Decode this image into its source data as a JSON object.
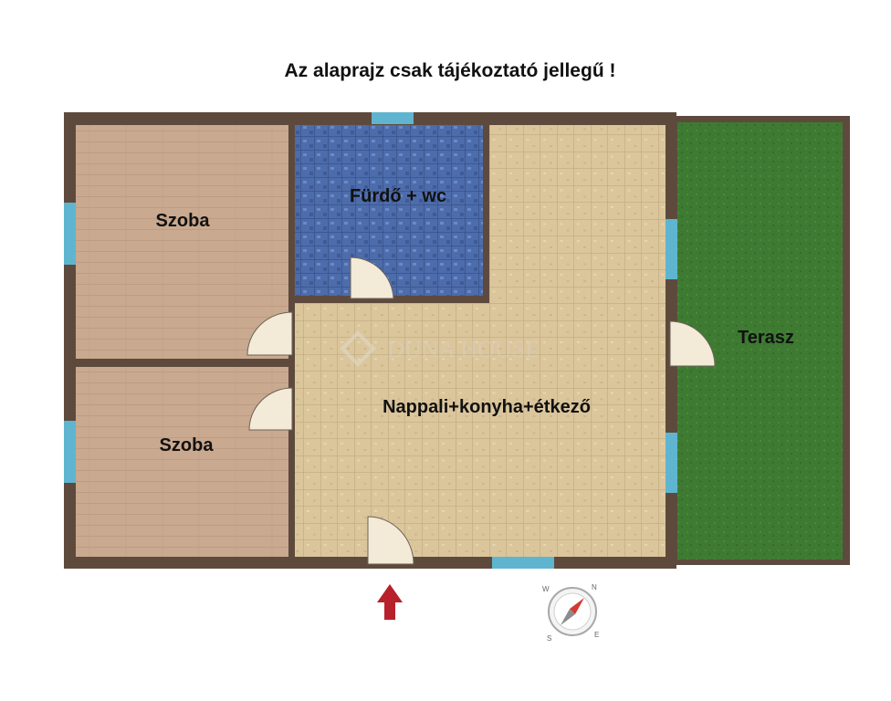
{
  "title": "Az alaprajz csak tájékoztató jellegű !",
  "watermark": "DUNA HOUSE",
  "rooms": [
    {
      "id": "room1",
      "label": "Szoba"
    },
    {
      "id": "room2",
      "label": "Szoba"
    },
    {
      "id": "bath",
      "label": "Fürdő + wc"
    },
    {
      "id": "living",
      "label": "Nappali+konyha+étkező"
    },
    {
      "id": "terrace",
      "label": "Terasz"
    }
  ],
  "compass": {
    "n": "N",
    "e": "E",
    "s": "S",
    "w": "W"
  },
  "colors": {
    "wall": "#5e4a3c",
    "room_floor": "#c8a88e",
    "bath_tile": "#4f6fae",
    "living_tile": "#dcc79d",
    "terrace": "#3f7a33",
    "window": "#5fb5cf",
    "door": "#f3ead8",
    "entrance_arrow": "#b8202c"
  }
}
